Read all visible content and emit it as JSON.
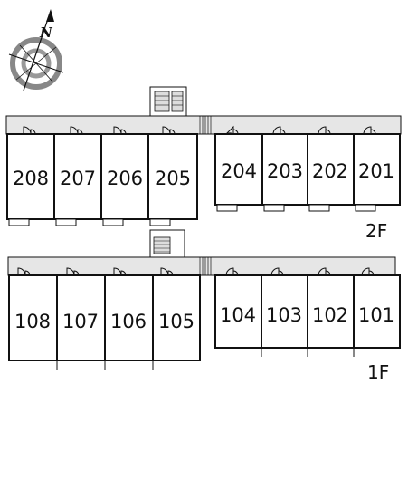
{
  "compass": {
    "north_label": "N"
  },
  "floors": [
    {
      "label": "2F",
      "west_block": [
        "208",
        "207",
        "206",
        "205"
      ],
      "east_block": [
        "204",
        "203",
        "202",
        "201"
      ]
    },
    {
      "label": "1F",
      "west_block": [
        "108",
        "107",
        "106",
        "105"
      ],
      "east_block": [
        "104",
        "103",
        "102",
        "101"
      ]
    }
  ],
  "colors": {
    "corridor": "#e6e6e6",
    "wall": "#111111",
    "stair": "#dddddd",
    "compass_ring": "#888888"
  }
}
